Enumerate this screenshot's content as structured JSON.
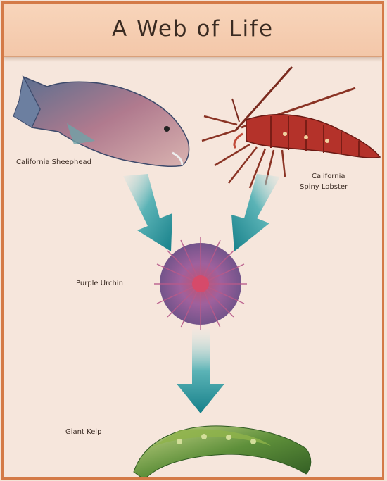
{
  "title": "A Web of Life",
  "organisms": {
    "sheephead": "California Sheephead",
    "lobster_line1": "California",
    "lobster_line2": "Spiny Lobster",
    "urchin": "Purple Urchin",
    "kelp": "Giant Kelp"
  },
  "colors": {
    "frame": "#d47a47",
    "header": "#f3c7a9",
    "background": "#f6e6dc",
    "arrow": "#1f8b93"
  },
  "icons": [
    "sheephead-fish-icon",
    "spiny-lobster-icon",
    "purple-urchin-icon",
    "giant-kelp-icon",
    "arrow-icon"
  ]
}
